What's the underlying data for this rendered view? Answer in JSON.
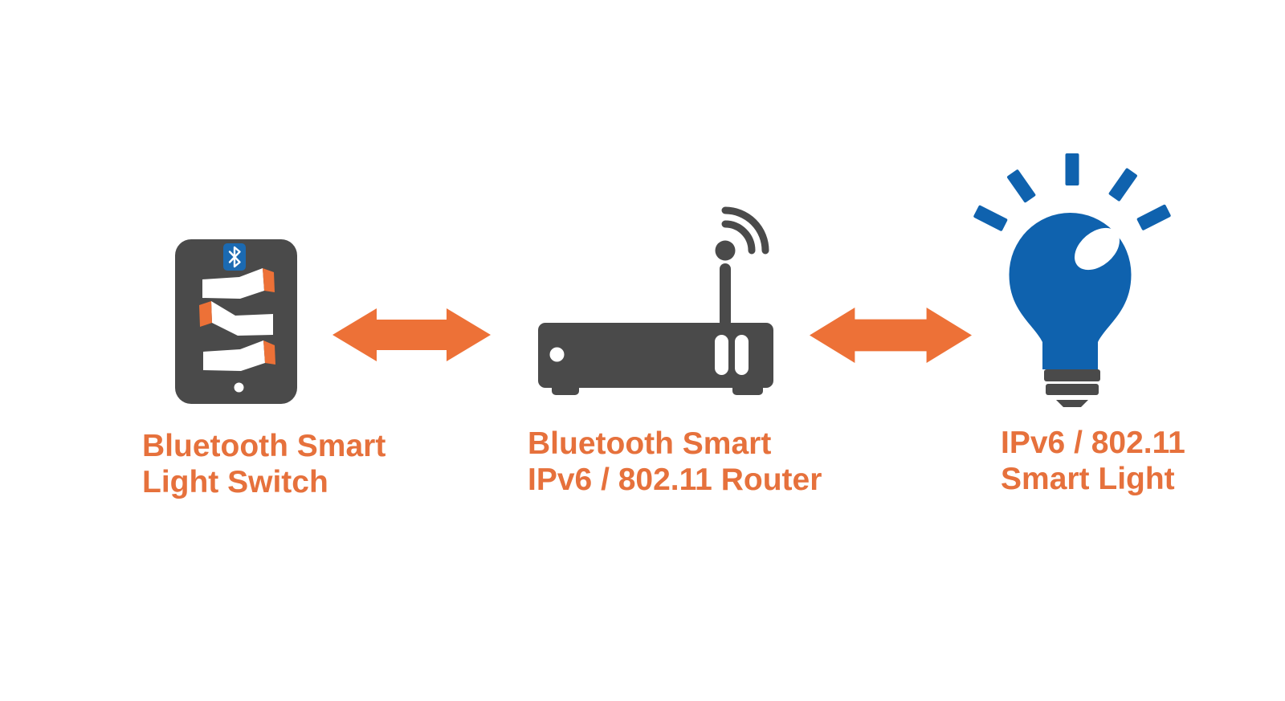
{
  "colors": {
    "background": "#ffffff",
    "accent_orange": "#ED7137",
    "label_orange": "#E6713C",
    "device_gray": "#4A4A4A",
    "bulb_blue": "#0F62AE",
    "bluetooth_badge_blue": "#1B6AB2",
    "white": "#ffffff"
  },
  "diagram": {
    "nodes": [
      {
        "id": "light-switch",
        "icon": "bluetooth-light-switch-icon",
        "label_line1": "Bluetooth Smart",
        "label_line2": "Light Switch"
      },
      {
        "id": "router",
        "icon": "wifi-router-icon",
        "label_line1": "Bluetooth Smart",
        "label_line2": "IPv6 / 802.11 Router"
      },
      {
        "id": "smart-light",
        "icon": "smart-light-bulb-icon",
        "label_line1": "IPv6 / 802.11",
        "label_line2": "Smart Light"
      }
    ],
    "connectors": [
      {
        "id": "switch-router-link",
        "type": "bidirectional-arrow",
        "from": "light-switch",
        "to": "router"
      },
      {
        "id": "router-light-link",
        "type": "bidirectional-arrow",
        "from": "router",
        "to": "smart-light"
      }
    ]
  }
}
